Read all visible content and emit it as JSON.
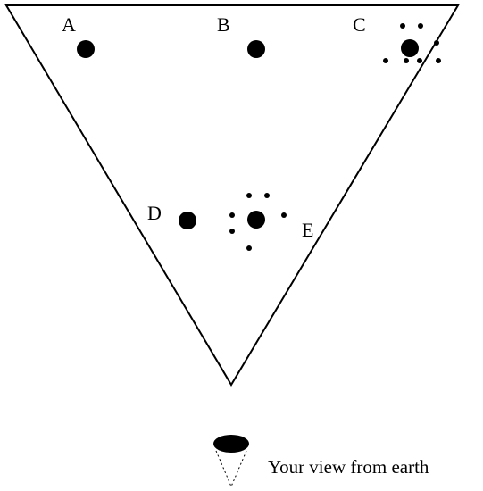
{
  "labels": {
    "a": "A",
    "b": "B",
    "c": "C",
    "d": "D",
    "e": "E"
  },
  "caption": "Your view from earth",
  "colors": {
    "ink": "#000000",
    "background": "#ffffff"
  },
  "icons": {
    "observer": "eye-icon",
    "view_cone": "view-cone-icon"
  }
}
